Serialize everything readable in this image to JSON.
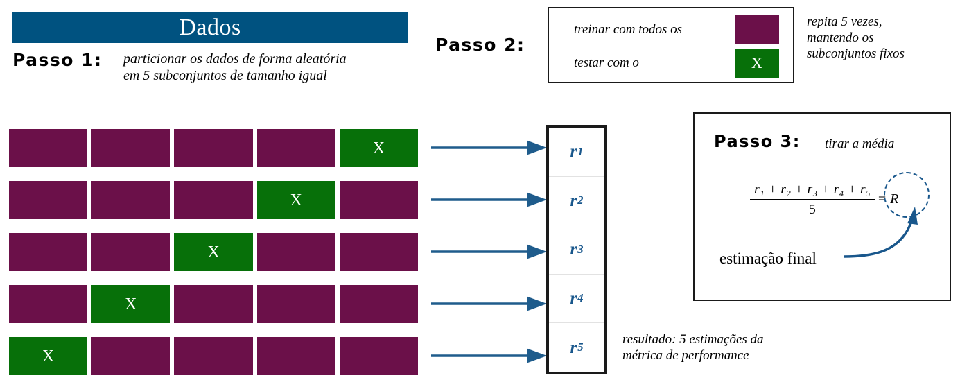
{
  "banner": {
    "title": "Dados"
  },
  "steps": {
    "step1_label": "Passo 1:",
    "step1_text": "particionar os dados de forma aleatória\nem 5 subconjuntos de tamanho igual",
    "step2_label": "Passo 2:",
    "step2_train_text": "treinar com todos os",
    "step2_test_text": "testar com o",
    "step2_note": "repita 5 vezes,\nmantendo os\nsubconjuntos fixos",
    "step3_label": "Passo 3:",
    "step3_text": "tirar a média",
    "step3_final_label": "estimação final"
  },
  "legend": {
    "train_swatch_label": "",
    "test_swatch_label": "X"
  },
  "folds": {
    "test_marker": "X",
    "rows": [
      {
        "cells": [
          "train",
          "train",
          "train",
          "train",
          "test"
        ]
      },
      {
        "cells": [
          "train",
          "train",
          "train",
          "test",
          "train"
        ]
      },
      {
        "cells": [
          "train",
          "train",
          "test",
          "train",
          "train"
        ]
      },
      {
        "cells": [
          "train",
          "test",
          "train",
          "train",
          "train"
        ]
      },
      {
        "cells": [
          "test",
          "train",
          "train",
          "train",
          "train"
        ]
      }
    ]
  },
  "results": {
    "items": [
      {
        "symbol": "r",
        "index": "1"
      },
      {
        "symbol": "r",
        "index": "2"
      },
      {
        "symbol": "r",
        "index": "3"
      },
      {
        "symbol": "r",
        "index": "4"
      },
      {
        "symbol": "r",
        "index": "5"
      }
    ],
    "note": "resultado: 5 estimações da\nmétrica de performance"
  },
  "formula": {
    "numerator": "r₁ + r₂ + r₃ + r₄ + r₅",
    "denominator": "5",
    "equals": "= R"
  },
  "colors": {
    "banner_blue": "#005280",
    "train_purple": "#6B1049",
    "test_green": "#077009",
    "arrow_blue": "#1F5C8C",
    "result_text_blue": "#19578C",
    "box_border": "#1a1a1a"
  }
}
